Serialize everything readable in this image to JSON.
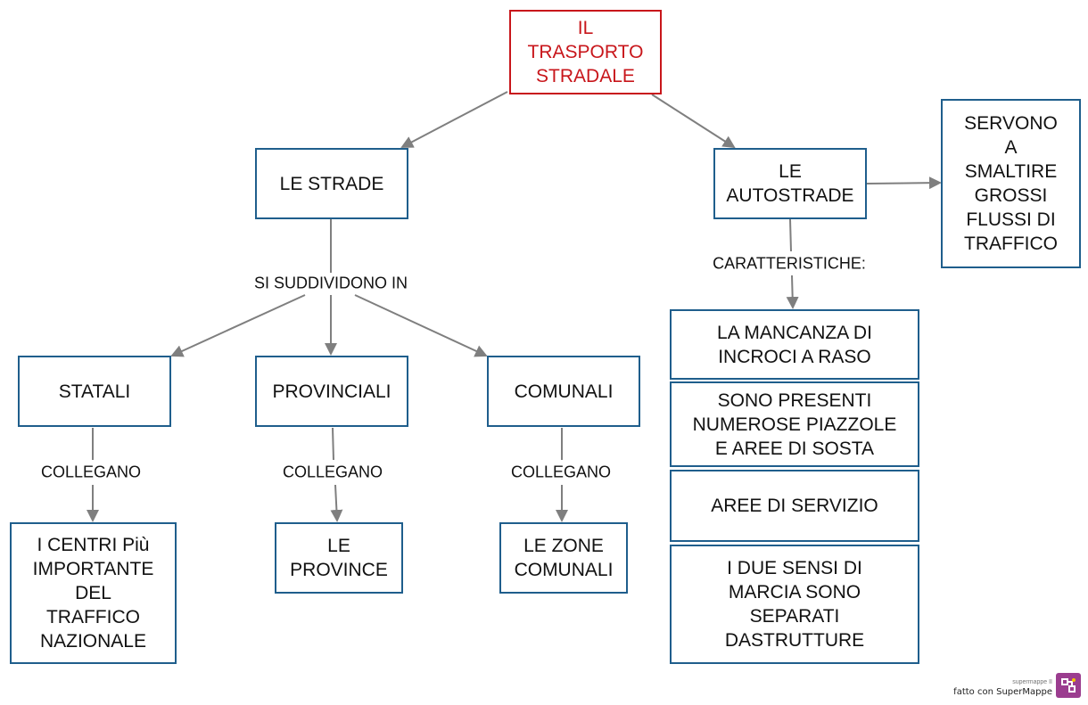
{
  "nodes": [
    {
      "id": "root",
      "text": "IL\nTRASPORTO\nSTRADALE",
      "color": "#c8161b"
    },
    {
      "id": "strade",
      "text": "LE STRADE"
    },
    {
      "id": "autostrade",
      "text": "LE\nAUTOSTRADE"
    },
    {
      "id": "servono",
      "text": "SERVONO\nA\nSMALTIRE\nGROSSI\nFLUSSI DI\nTRAFFICO"
    },
    {
      "id": "statali",
      "text": "STATALI"
    },
    {
      "id": "provinciali",
      "text": "PROVINCIALI"
    },
    {
      "id": "comunali",
      "text": "COMUNALI"
    },
    {
      "id": "centri",
      "text": "I CENTRI Più\nIMPORTANTE\nDEL\nTRAFFICO\nNAZIONALE"
    },
    {
      "id": "province",
      "text": "LE\nPROVINCE"
    },
    {
      "id": "zone",
      "text": "LE ZONE\nCOMUNALI"
    },
    {
      "id": "incroci",
      "text": "LA   MANCANZA DI\nINCROCI A RASO"
    },
    {
      "id": "piazzole",
      "text": "SONO PRESENTI\nNUMEROSE PIAZZOLE\nE AREE DI SOSTA"
    },
    {
      "id": "servizio",
      "text": "AREE DI SERVIZIO"
    },
    {
      "id": "sensi",
      "text": "I DUE SENSI DI\nMARCIA SONO\nSEPARATI\nDASTRUTTURE"
    }
  ],
  "edges": [
    {
      "from": "root",
      "to": "strade"
    },
    {
      "from": "root",
      "to": "autostrade"
    },
    {
      "from": "autostrade",
      "to": "servono"
    },
    {
      "from": "strade",
      "to": "statali",
      "label": "SI SUDDIVIDONO IN"
    },
    {
      "from": "strade",
      "to": "provinciali",
      "label": "SI SUDDIVIDONO IN"
    },
    {
      "from": "strade",
      "to": "comunali",
      "label": "SI SUDDIVIDONO IN"
    },
    {
      "from": "statali",
      "to": "centri",
      "label": "COLLEGANO"
    },
    {
      "from": "provinciali",
      "to": "province",
      "label": "COLLEGANO"
    },
    {
      "from": "comunali",
      "to": "zone",
      "label": "COLLEGANO"
    },
    {
      "from": "autostrade",
      "to": "incroci",
      "label": "CARATTERISTICHE:"
    }
  ],
  "edge_labels": {
    "suddividono": "SI SUDDIVIDONO IN",
    "collegano_1": "COLLEGANO",
    "collegano_2": "COLLEGANO",
    "collegano_3": "COLLEGANO",
    "caratteristiche": "CARATTERISTICHE:"
  },
  "colors": {
    "node_border": "#1f5e8c",
    "root_border": "#c8161b",
    "edge": "#7f7f7f"
  },
  "branding": {
    "small": "supermappe II",
    "main": "fatto con SuperMappe",
    "logo": "supermappe-logo-icon"
  }
}
